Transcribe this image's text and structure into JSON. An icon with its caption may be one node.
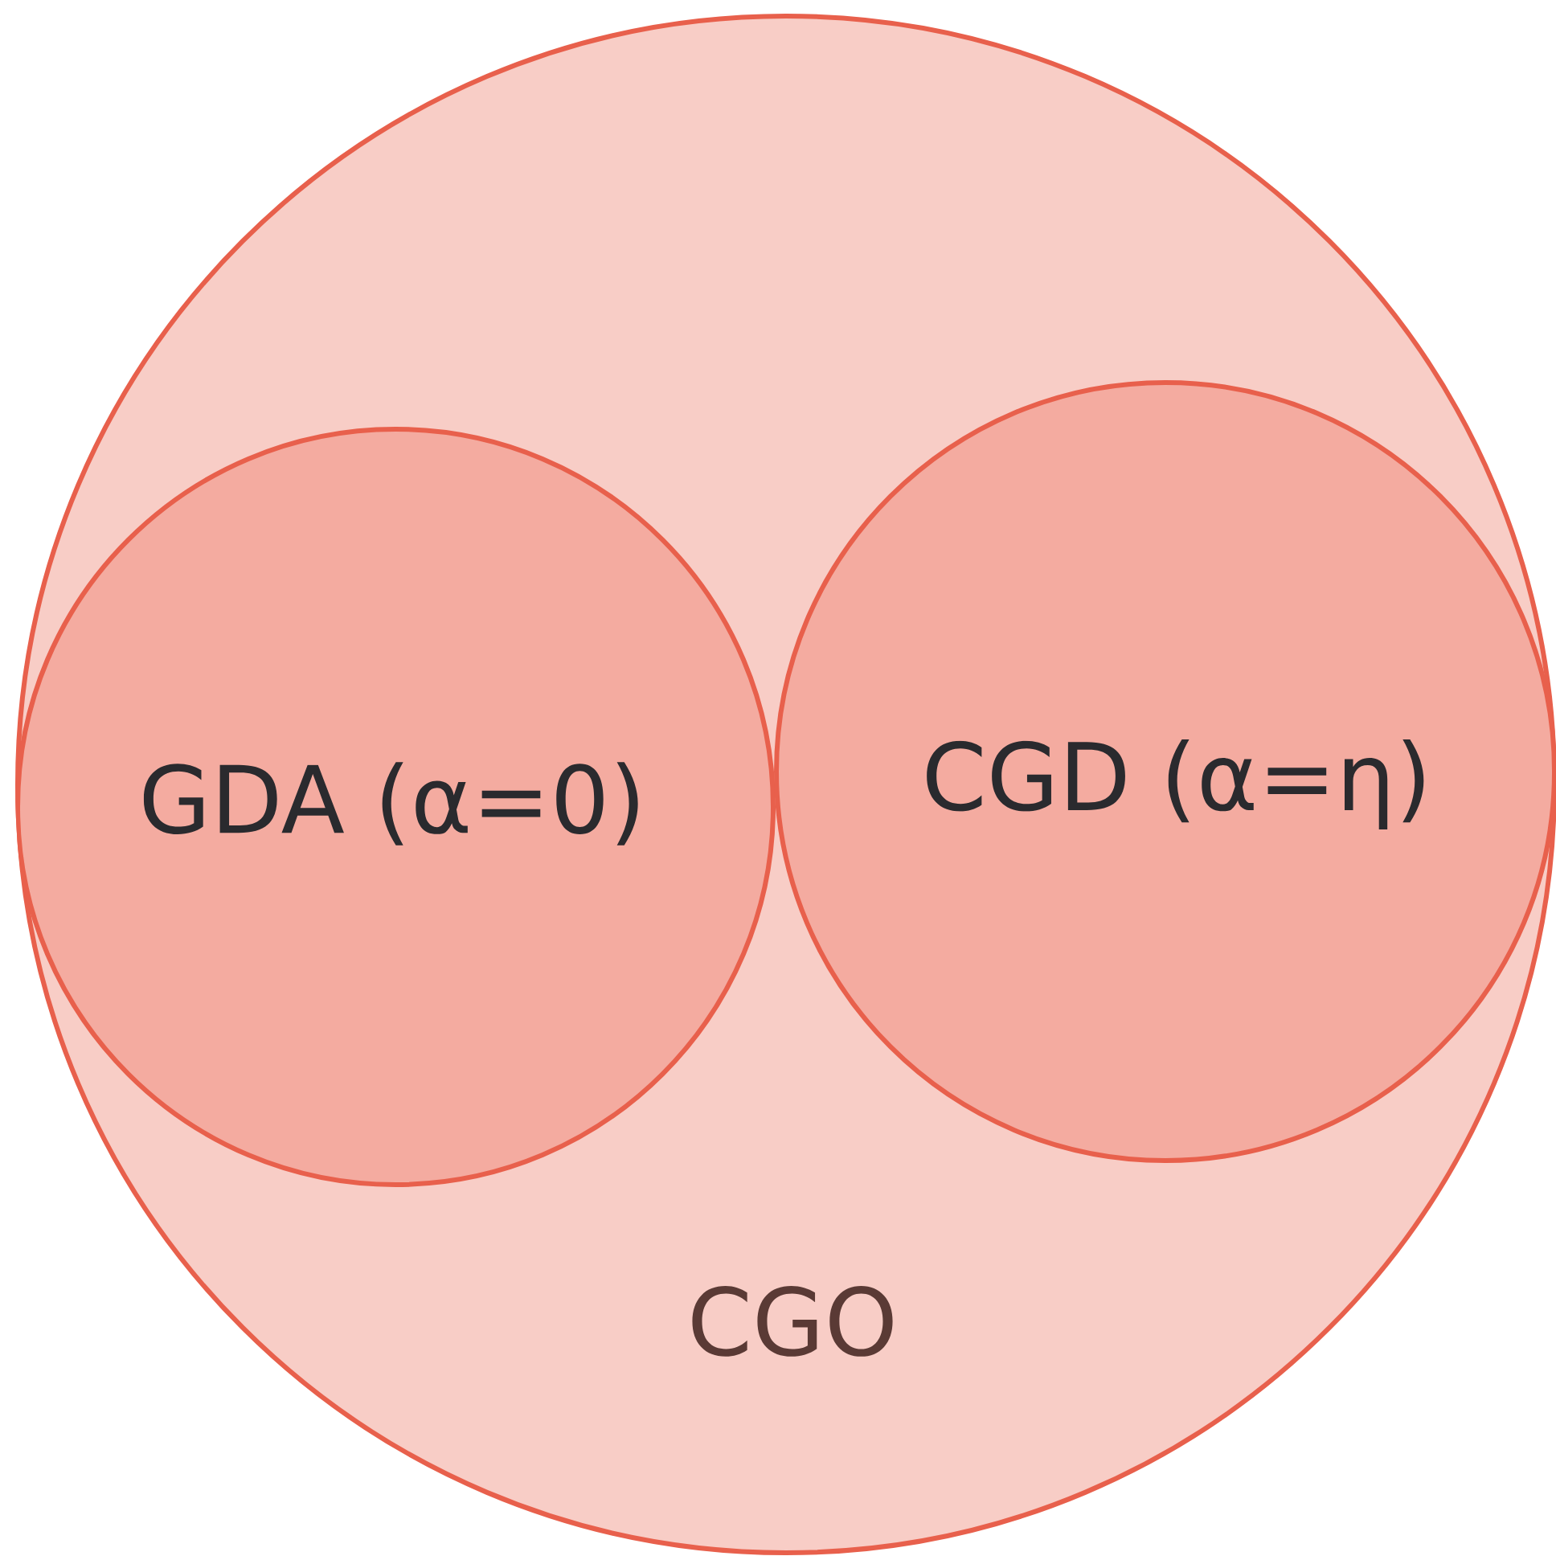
{
  "diagram": {
    "nodes": [
      {
        "text": [
          "CGO"
        ]
      },
      {
        "text": [
          "GDA (α=0)"
        ],
        "in": 0
      },
      {
        "text": [
          "CGD (α=η)"
        ],
        "in": 0
      }
    ]
  }
}
